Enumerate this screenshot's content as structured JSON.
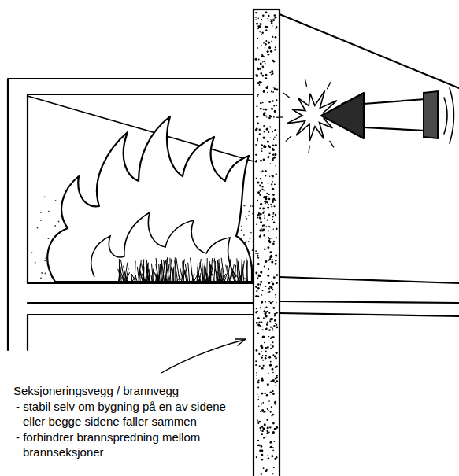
{
  "diagram": {
    "labels": [
      "Seksjoneringsvegg / brannvegg",
      "- stabil selv om bygning på en av sidene eller begge sidene faller sammen",
      "- forhindrer brannspredning mellom brannseksjoner"
    ]
  }
}
